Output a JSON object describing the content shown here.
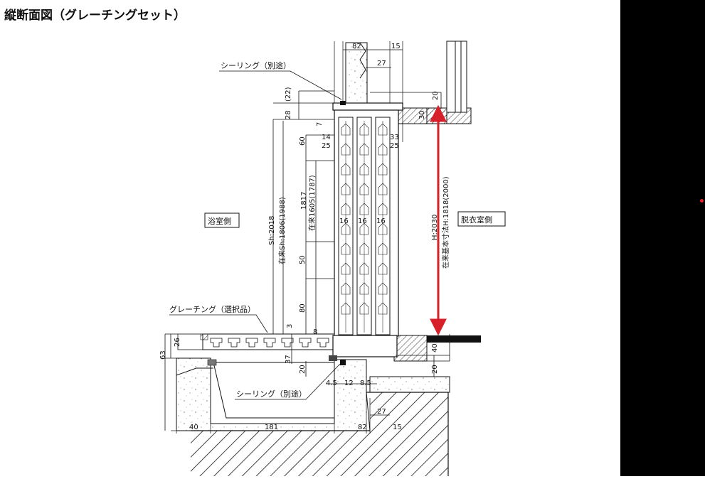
{
  "title": "縦断面図（グレーチングセット）",
  "callouts": {
    "sealing_top": "シーリング（別途）",
    "grating": "グレーチング（選択品）",
    "sealing_bottom": "シーリング（別途）"
  },
  "rooms": {
    "bath_side": "浴室側",
    "dressing_side": "脱衣室側"
  },
  "vertical_dims": {
    "sh": "Sh:2018",
    "existing_sh": "在来Sh:1806(1988)",
    "h": "H:2030",
    "existing_h": "在来基本寸法H:1818(2000)",
    "v1817": "1817",
    "existing_1605": "在来1605(1787)",
    "v60": "60",
    "v50": "50",
    "v80": "80",
    "v28": "28",
    "v22": "(22)",
    "v30": "30",
    "v20_top": "20",
    "v7": "7",
    "v3": "3",
    "v26": "26",
    "v63": "63",
    "v37": "37",
    "v20_low": "20",
    "v40": "40",
    "v20_right": "20"
  },
  "horizontal_dims": {
    "h82_top": "82",
    "h15_top": "15",
    "h27_top": "27",
    "h14": "14",
    "h25_left": "25",
    "h33": "33",
    "h25_right": "25",
    "h16_a": "16",
    "h16_b": "16",
    "h16_c": "16",
    "h8": "8",
    "h4_5": "4.5",
    "h12": "12",
    "h8_5": "8.5",
    "h27_bottom": "27",
    "h40": "40",
    "h181": "181",
    "h82_bottom": "82",
    "h15_bottom": "15"
  },
  "colors": {
    "accent_arrow": "#d6202a",
    "line": "#111111"
  }
}
